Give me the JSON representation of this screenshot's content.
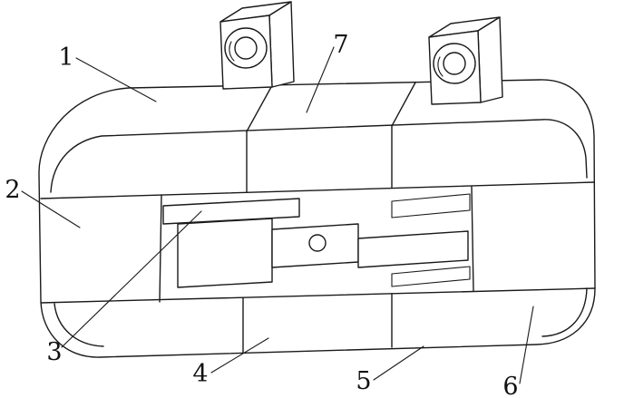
{
  "figure": {
    "kind": "patent-style line drawing of a mechanical clamp assembly",
    "colors": {
      "background": "#ffffff",
      "line": "#1a1a1a",
      "label_text": "#111111"
    },
    "labels": [
      {
        "text": "1"
      },
      {
        "text": "2"
      },
      {
        "text": "3"
      },
      {
        "text": "4"
      },
      {
        "text": "5"
      },
      {
        "text": "6"
      },
      {
        "text": "7"
      }
    ]
  }
}
